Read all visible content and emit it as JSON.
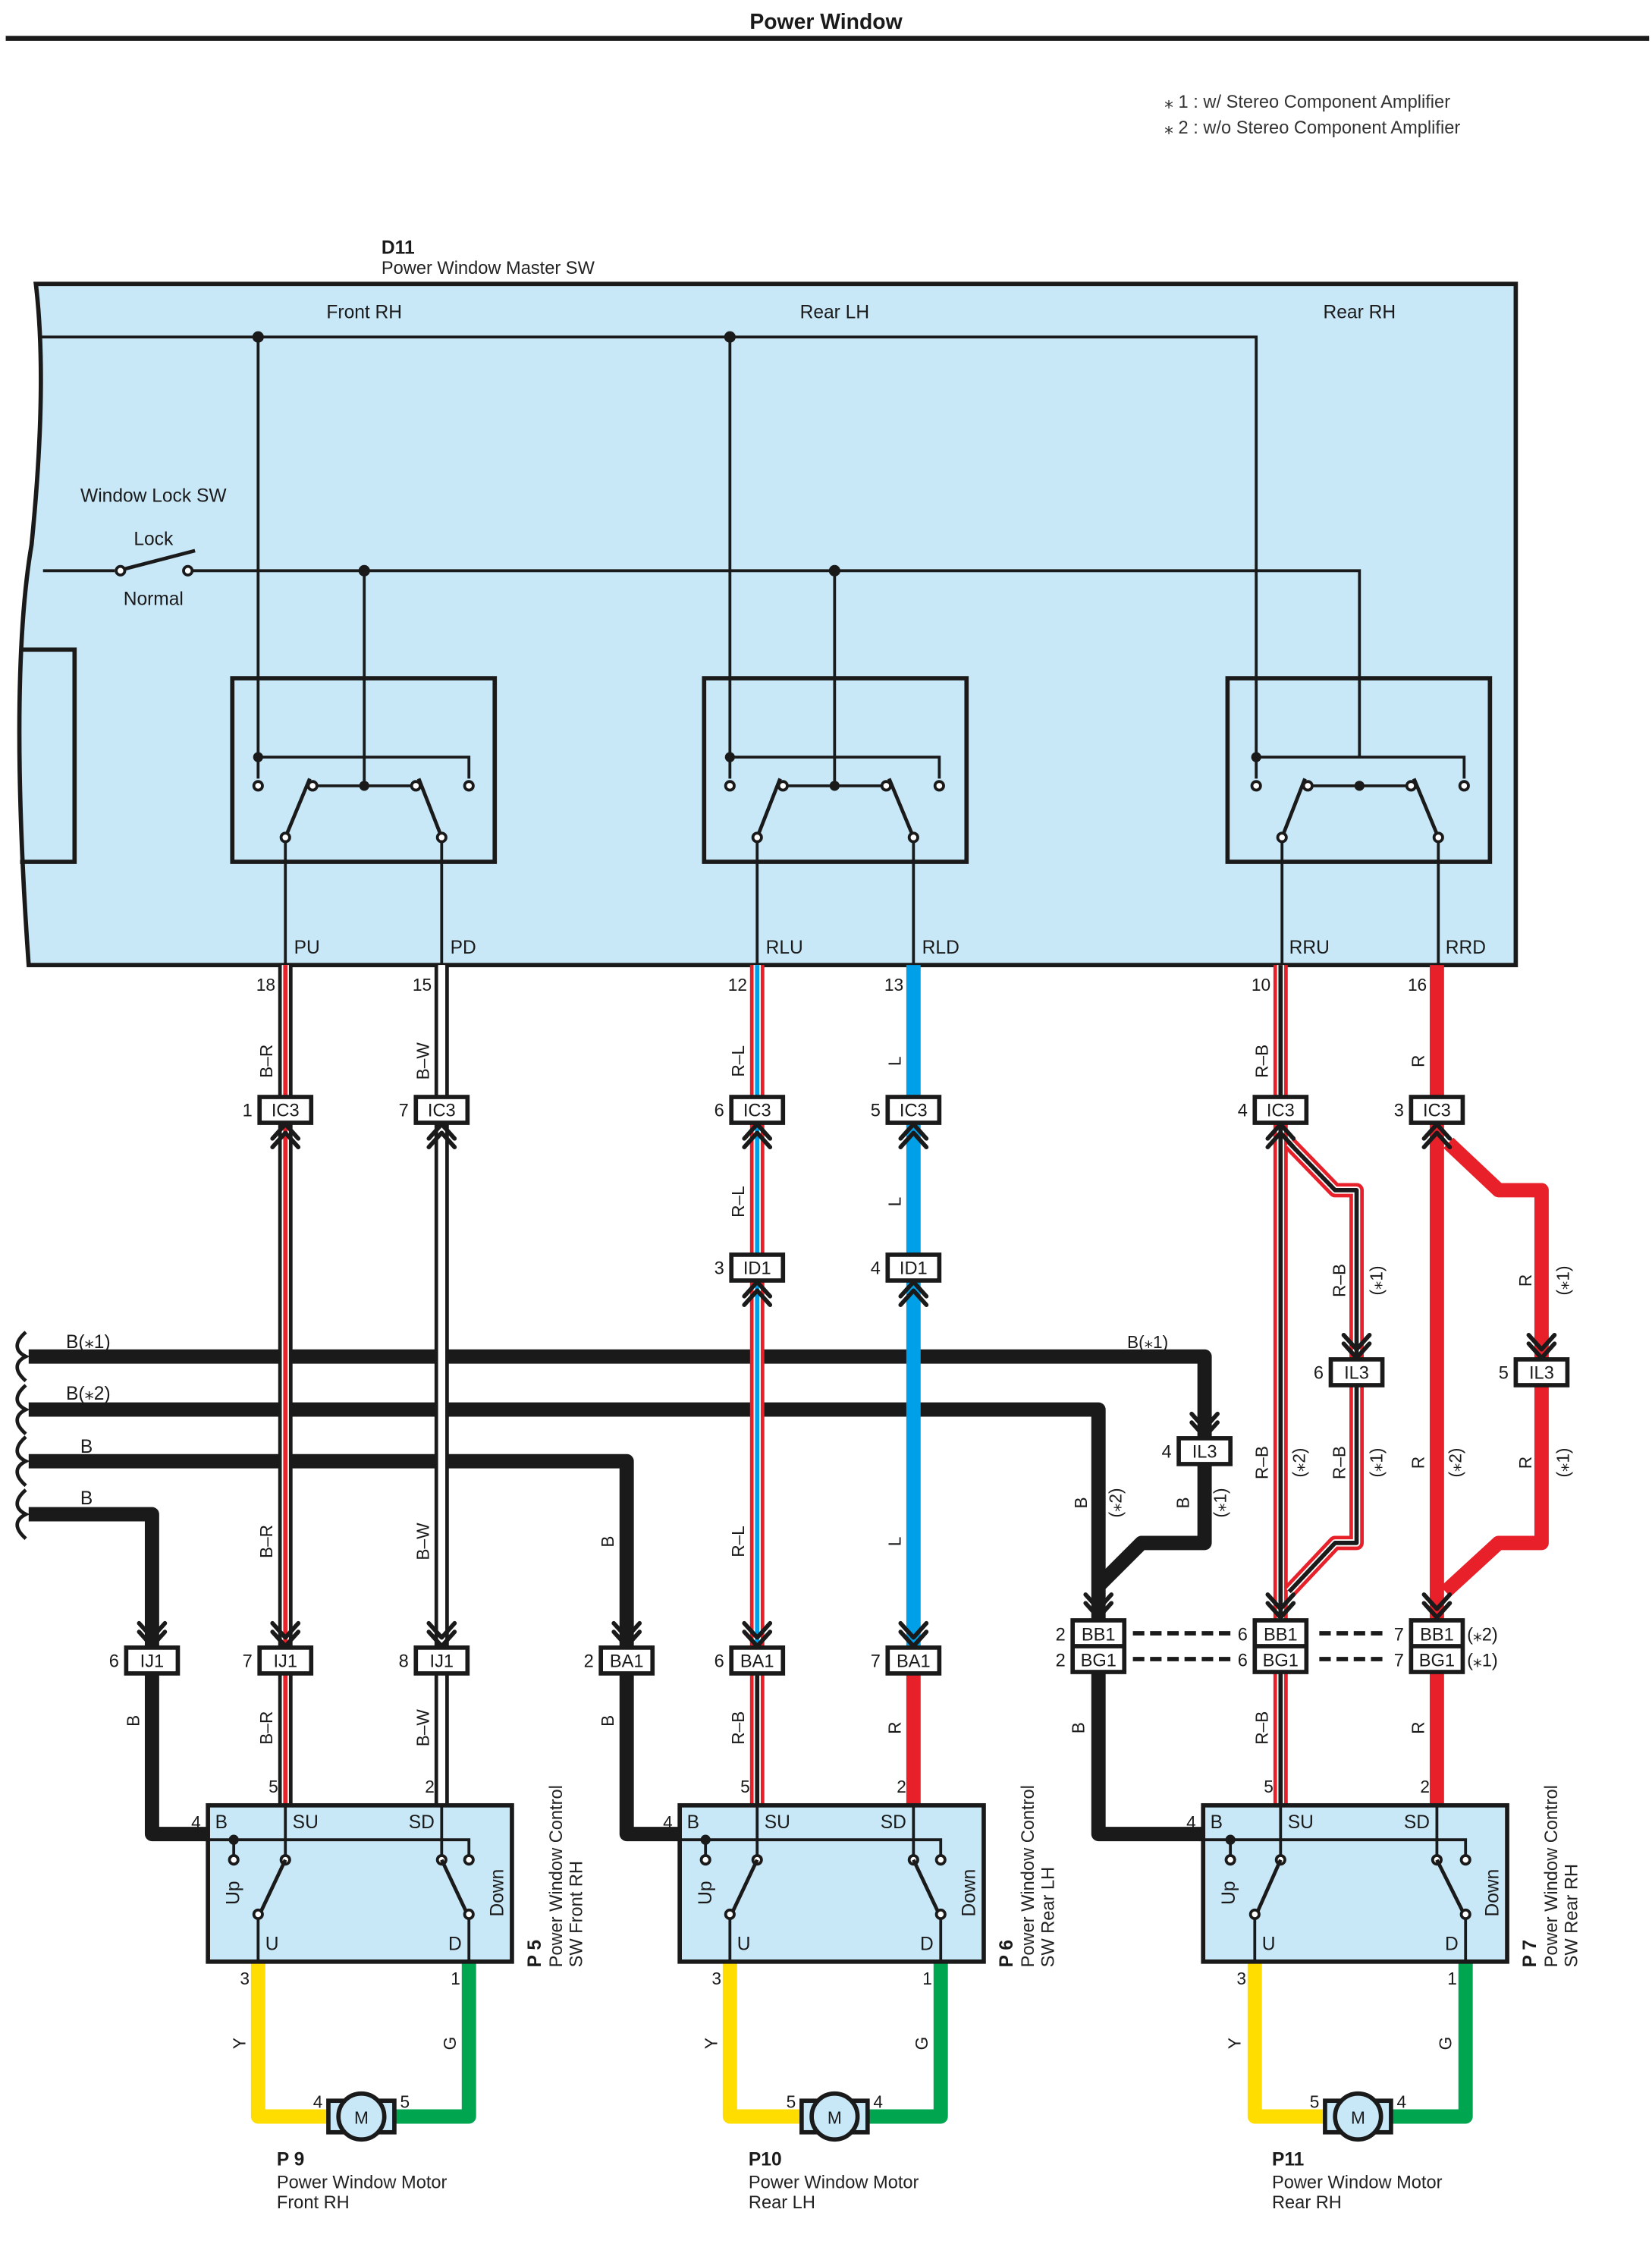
{
  "header": {
    "title": "Power Window",
    "notes": [
      "⁎ 1 : w/ Stereo Component Amplifier",
      "⁎ 2 : w/o Stereo Component Amplifier"
    ]
  },
  "colors": {
    "B": "#1a1a1a",
    "R": "#e8202a",
    "L": "#00a0e9",
    "Y": "#ffdd00",
    "G": "#00a550",
    "W": "#ffffff",
    "component_fill": "#c8e8f8"
  },
  "master_switch": {
    "id": "D11",
    "name": "Power Window Master SW",
    "sections": [
      "Front RH",
      "Rear LH",
      "Rear RH"
    ],
    "window_lock": {
      "label": "Window Lock SW",
      "lock": "Lock",
      "normal": "Normal"
    },
    "terminals": [
      {
        "name": "PU",
        "pin": "18",
        "wire": "B–R"
      },
      {
        "name": "PD",
        "pin": "15",
        "wire": "B–W"
      },
      {
        "name": "RLU",
        "pin": "12",
        "wire": "R–L"
      },
      {
        "name": "RLD",
        "pin": "13",
        "wire": "L"
      },
      {
        "name": "RRU",
        "pin": "10",
        "wire": "R–B"
      },
      {
        "name": "RRD",
        "pin": "16",
        "wire": "R"
      }
    ]
  },
  "connectors": {
    "ic3": [
      {
        "pin": "1",
        "name": "IC3"
      },
      {
        "pin": "7",
        "name": "IC3"
      },
      {
        "pin": "6",
        "name": "IC3"
      },
      {
        "pin": "5",
        "name": "IC3"
      },
      {
        "pin": "4",
        "name": "IC3"
      },
      {
        "pin": "3",
        "name": "IC3"
      }
    ],
    "id1": [
      {
        "pin": "3",
        "name": "ID1"
      },
      {
        "pin": "4",
        "name": "ID1"
      }
    ],
    "il3": [
      {
        "pin": "4",
        "name": "IL3"
      },
      {
        "pin": "6",
        "name": "IL3"
      },
      {
        "pin": "5",
        "name": "IL3"
      }
    ],
    "ij1": [
      {
        "pin": "6",
        "name": "IJ1"
      },
      {
        "pin": "7",
        "name": "IJ1"
      },
      {
        "pin": "8",
        "name": "IJ1"
      }
    ],
    "ba1": [
      {
        "pin": "2",
        "name": "BA1"
      },
      {
        "pin": "6",
        "name": "BA1"
      },
      {
        "pin": "7",
        "name": "BA1"
      }
    ],
    "bb1": [
      {
        "pin": "2",
        "name": "BB1"
      },
      {
        "pin": "6",
        "name": "BB1"
      },
      {
        "pin": "7",
        "name": "BB1"
      }
    ],
    "bg1": [
      {
        "pin": "2",
        "name": "BG1"
      },
      {
        "pin": "6",
        "name": "BG1"
      },
      {
        "pin": "7",
        "name": "BG1"
      }
    ],
    "bb1_note": "(⁎2)",
    "bg1_note": "(⁎1)"
  },
  "ground_buses": [
    {
      "label": "B(⁎1)"
    },
    {
      "label": "B(⁎2)"
    },
    {
      "label": "B"
    },
    {
      "label": "B"
    }
  ],
  "wire_labels": {
    "b_r": "B–R",
    "b_w": "B–W",
    "r_l": "R–L",
    "l": "L",
    "r_b": "R–B",
    "r": "R",
    "b": "B",
    "y": "Y",
    "g": "G",
    "b_star1": "B(⁎1)",
    "star1": "(⁎1)",
    "star2": "(⁎2)"
  },
  "control_switches": [
    {
      "id": "P 5",
      "name_line1": "Power Window Control",
      "name_line2": "SW Front RH",
      "pin_b": "4",
      "pin_su": "5",
      "pin_sd": "2",
      "pin_u": "3",
      "pin_d": "1"
    },
    {
      "id": "P 6",
      "name_line1": "Power Window Control",
      "name_line2": "SW Rear LH",
      "pin_b": "4",
      "pin_su": "5",
      "pin_sd": "2",
      "pin_u": "3",
      "pin_d": "1"
    },
    {
      "id": "P 7",
      "name_line1": "Power Window Control",
      "name_line2": "SW Rear RH",
      "pin_b": "4",
      "pin_su": "5",
      "pin_sd": "2",
      "pin_u": "3",
      "pin_d": "1"
    }
  ],
  "switch_terminal_labels": {
    "b": "B",
    "su": "SU",
    "sd": "SD",
    "u": "U",
    "d": "D",
    "up": "Up",
    "down": "Down"
  },
  "motors": [
    {
      "id": "P 9",
      "name_line1": "Power Window Motor",
      "name_line2": "Front RH",
      "pin_left": "4",
      "pin_right": "5",
      "symbol": "M"
    },
    {
      "id": "P10",
      "name_line1": "Power Window Motor",
      "name_line2": "Rear LH",
      "pin_left": "5",
      "pin_right": "4",
      "symbol": "M"
    },
    {
      "id": "P11",
      "name_line1": "Power Window Motor",
      "name_line2": "Rear RH",
      "pin_left": "5",
      "pin_right": "4",
      "symbol": "M"
    }
  ]
}
